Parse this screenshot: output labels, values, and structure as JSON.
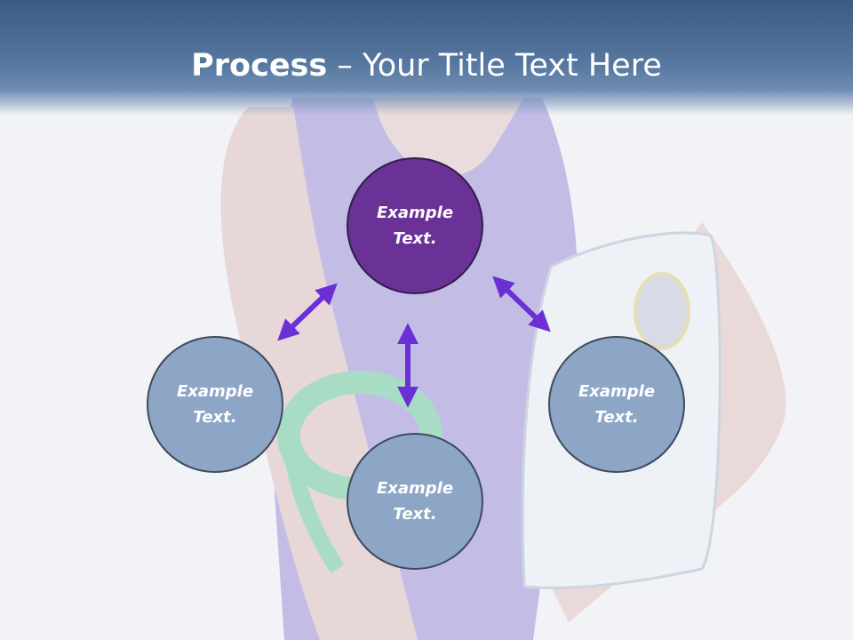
{
  "slide": {
    "title_bold": "Process",
    "title_rest": " – Your Title Text Here"
  },
  "diagram": {
    "nodes": [
      {
        "id": "center-top",
        "line1": "Example",
        "line2": "Text."
      },
      {
        "id": "left",
        "line1": "Example",
        "line2": "Text."
      },
      {
        "id": "bottom",
        "line1": "Example",
        "line2": "Text."
      },
      {
        "id": "right",
        "line1": "Example",
        "line2": "Text."
      }
    ]
  },
  "colors": {
    "header": "#56779f",
    "main_node": "#6a3197",
    "sub_node": "#8da6c6",
    "arrow": "#6b2fd6"
  }
}
